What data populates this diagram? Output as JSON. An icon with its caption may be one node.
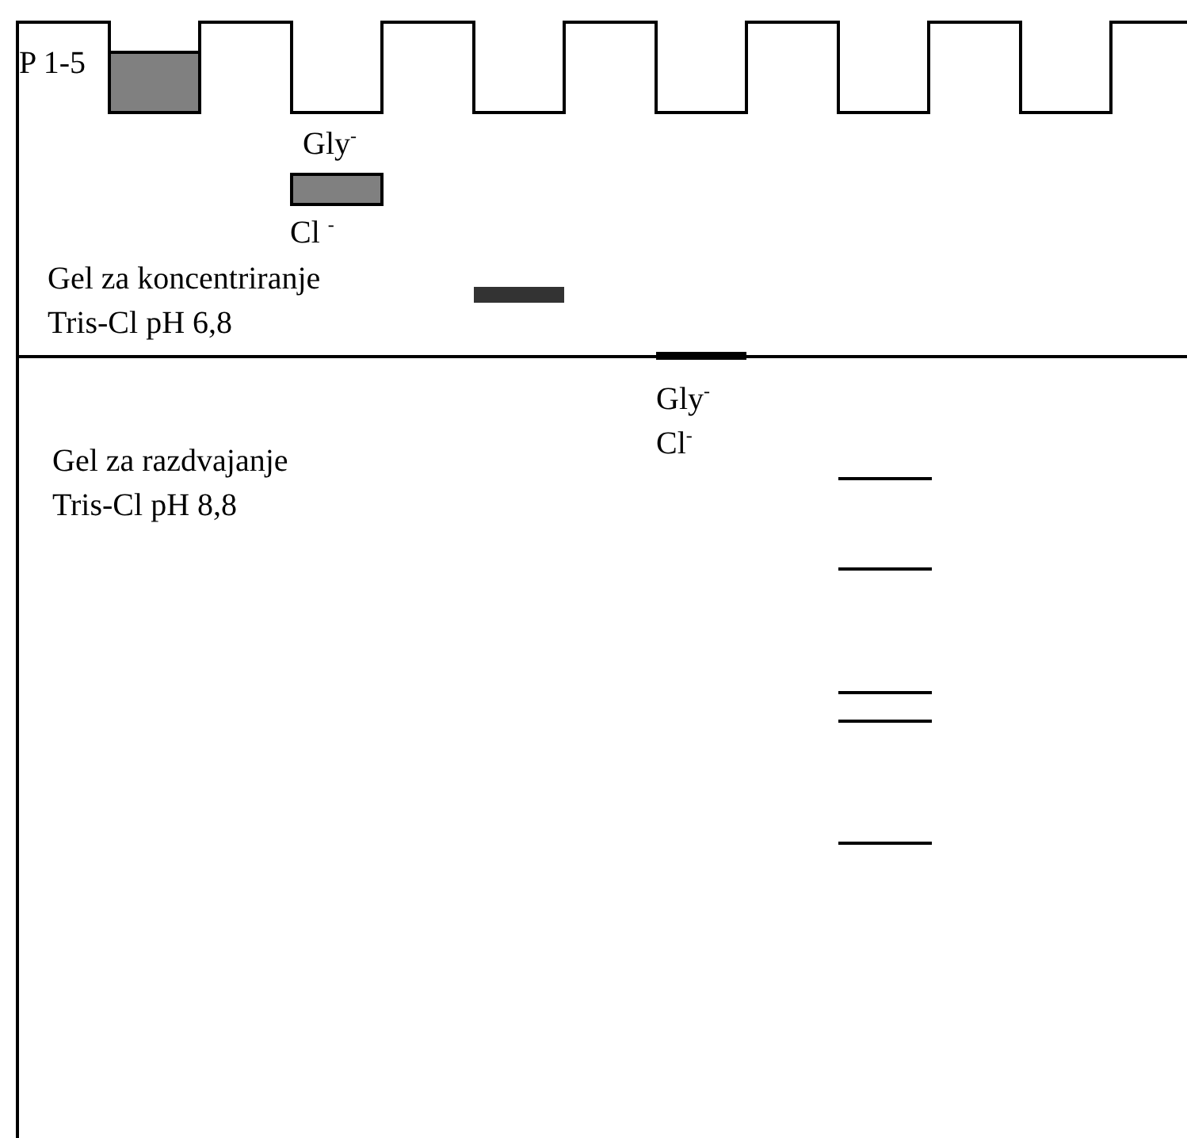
{
  "diagram": {
    "labels": [
      "P 1-5",
      "Gly$^{-}$",
      "Cl $^{-}$",
      "Gel za koncentriranje",
      "Tris-Cl pH 6,8",
      "Gly$^{-}$",
      "Cl$^{-}$",
      "Gel za razdvajanje",
      "Tris-Cl pH 8,8"
    ]
  }
}
